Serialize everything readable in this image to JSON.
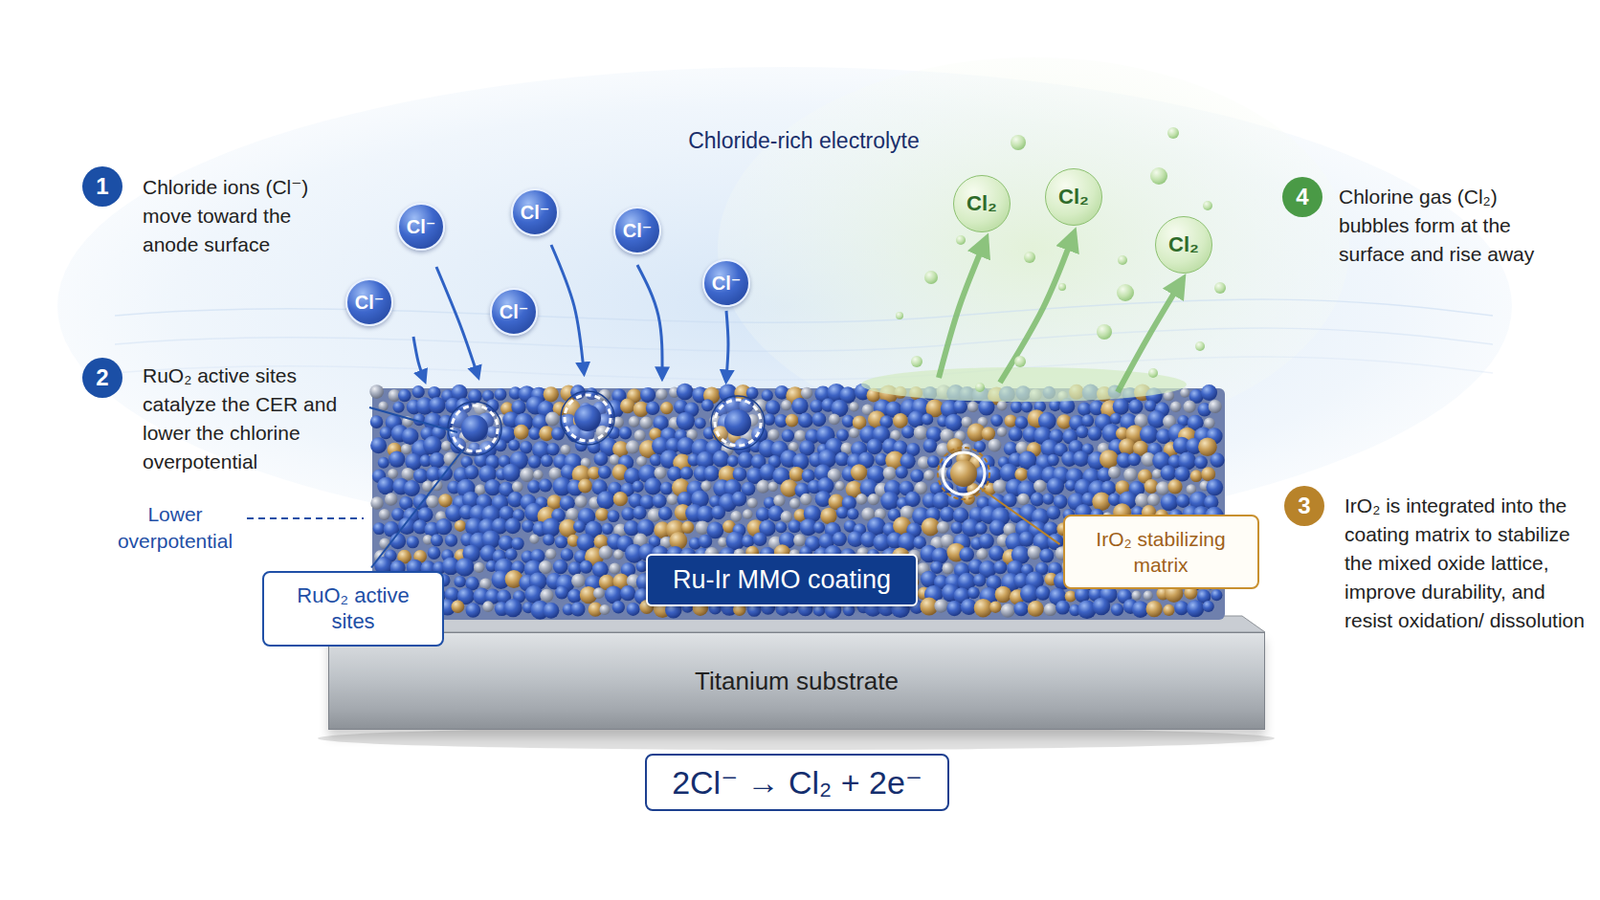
{
  "diagram": {
    "title": "Chloride-rich electrolyte",
    "nodes": [
      {
        "text": [
          "Cl⁻"
        ]
      },
      {
        "text": [
          "Cl⁻"
        ]
      },
      {
        "text": [
          "Cl⁻"
        ]
      },
      {
        "text": [
          "Cl⁻"
        ]
      },
      {
        "text": [
          "Cl⁻"
        ]
      },
      {
        "text": [
          "Cl⁻"
        ]
      },
      {
        "text": [
          "Cl₂"
        ]
      },
      {
        "text": [
          "Cl₂"
        ]
      },
      {
        "text": [
          "Cl₂"
        ]
      },
      {
        "text": [
          "RuO₂ active sites"
        ]
      },
      {
        "text": [
          "Ru-Ir MMO coating"
        ]
      },
      {
        "text": [
          "IrO₂ stabilizing matrix"
        ]
      },
      {
        "text": [
          "Titanium substrate"
        ]
      },
      {
        "text": [
          "2Cl⁻ → Cl₂ + 2e⁻"
        ]
      }
    ],
    "labels": [
      "1",
      "Chloride ions (Cl⁻) move toward the anode surface",
      "2",
      "RuO₂ active sites catalyze the CER and lower the chlorine overpotential",
      "Lower overpotential",
      "4",
      "Chlorine gas (Cl₂) bubbles form at the surface and rise away",
      "3",
      "IrO₂ is integrated into the coating matrix to stabilize the mixed oxide lattice, improve durability, and resist oxidation/ dissolution"
    ]
  }
}
